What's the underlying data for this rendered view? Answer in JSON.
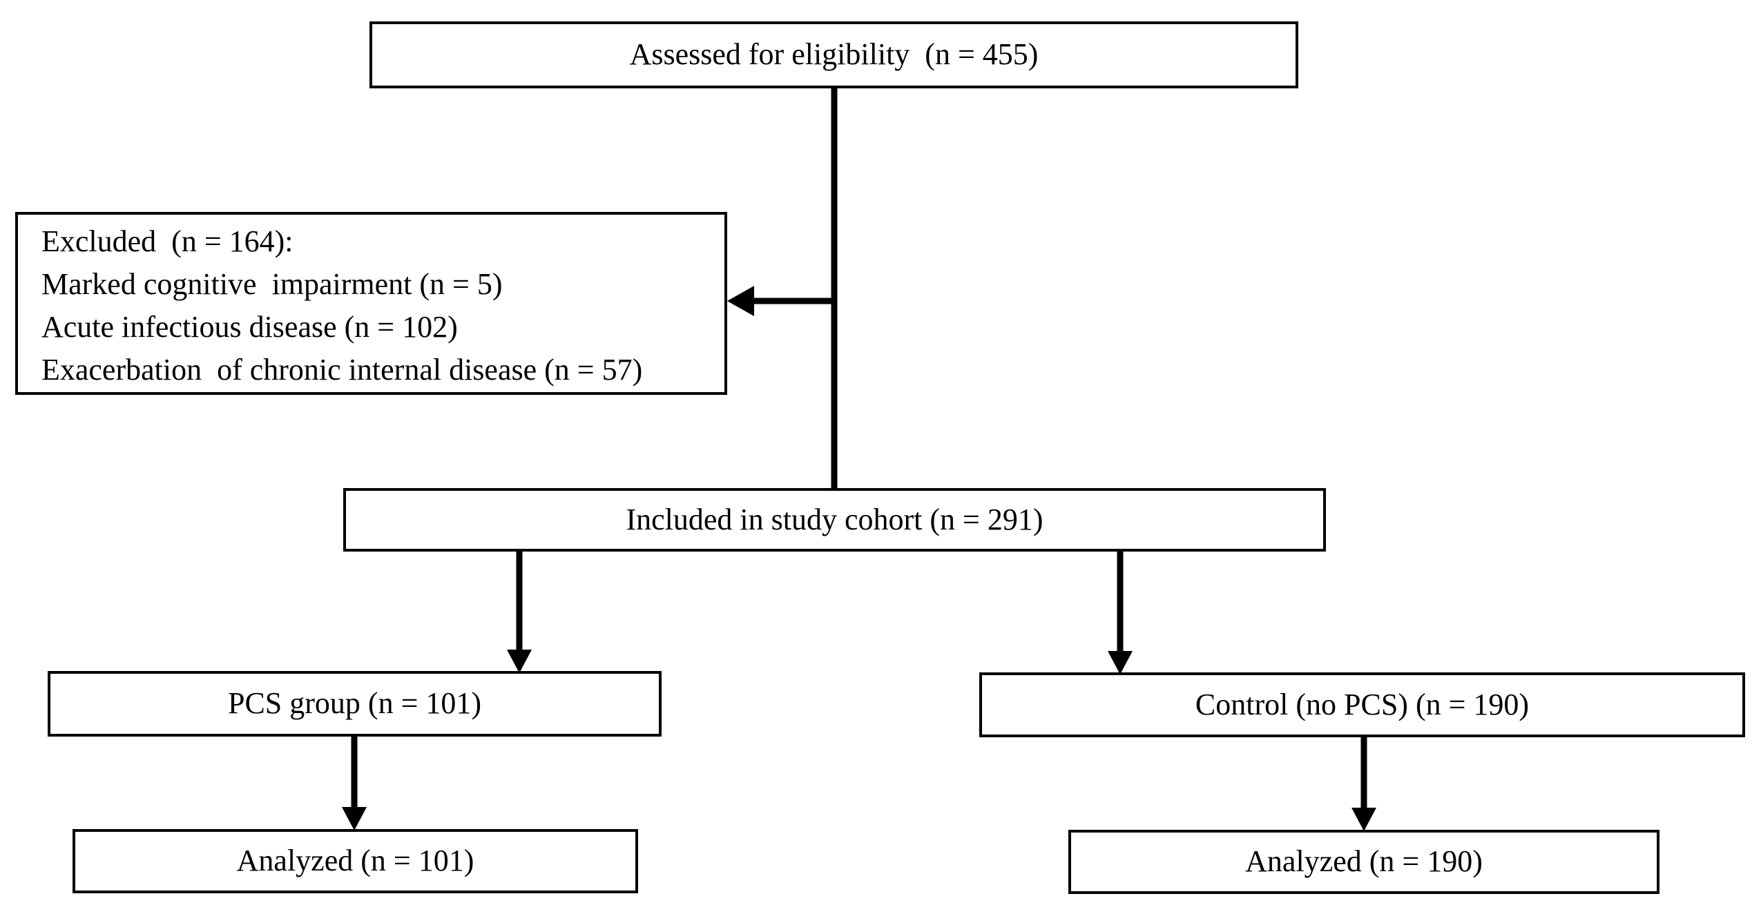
{
  "colors": {
    "line": "#000000",
    "text": "#000000",
    "background": "#ffffff",
    "node_fill": "#ffffff"
  },
  "nodes": {
    "assessed": {
      "label": "Assessed for eligibility  (n = 455)",
      "n": 455
    },
    "excluded": {
      "title": "Excluded  (n = 164):",
      "n": 164,
      "reasons": [
        {
          "label": "Marked cognitive  impairment (n = 5)",
          "n": 5
        },
        {
          "label": "Acute infectious disease (n = 102)",
          "n": 102
        },
        {
          "label": "Exacerbation  of chronic internal disease (n = 57)",
          "n": 57
        }
      ]
    },
    "included": {
      "label": "Included in study cohort (n = 291)",
      "n": 291
    },
    "pcs_group": {
      "label": "PCS group (n = 101)",
      "n": 101
    },
    "control_group": {
      "label": "Control (no PCS) (n = 190)",
      "n": 190
    },
    "analyzed_pcs": {
      "label": "Analyzed (n = 101)",
      "n": 101
    },
    "analyzed_control": {
      "label": "Analyzed (n = 190)",
      "n": 190
    }
  }
}
